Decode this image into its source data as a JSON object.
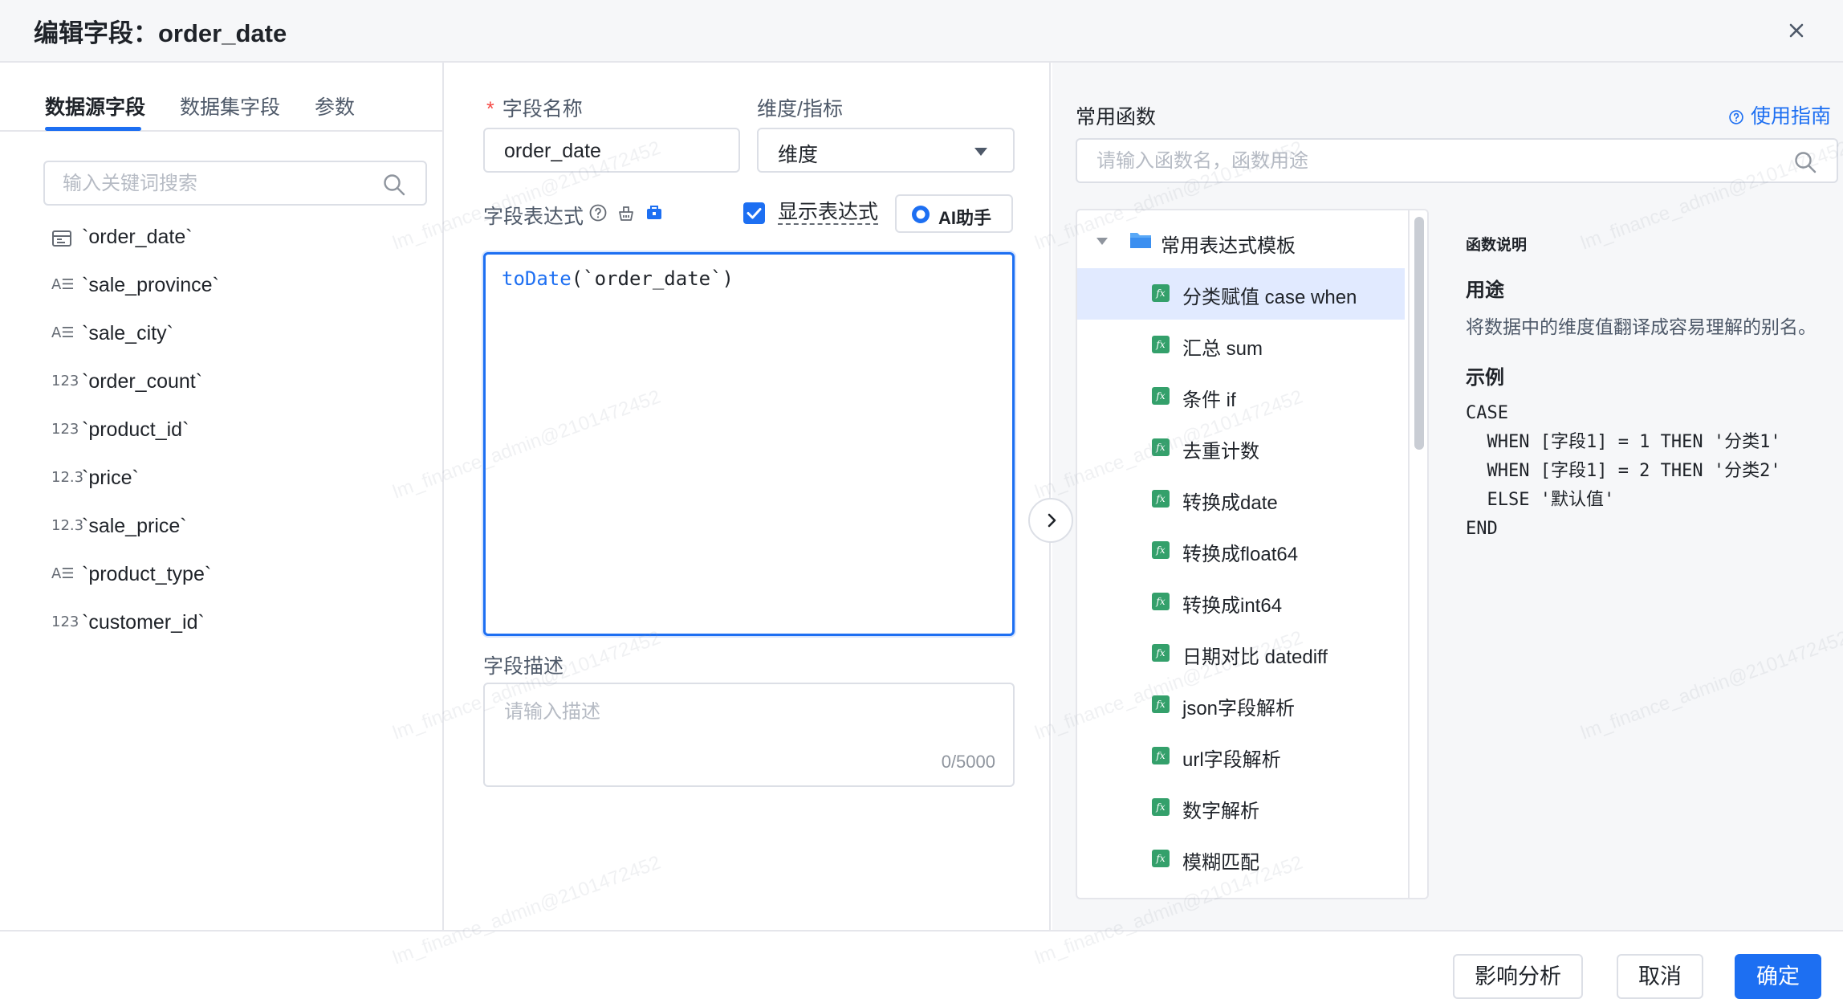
{
  "dialog": {
    "title": "编辑字段：order_date",
    "close_icon": "close-icon"
  },
  "left_panel": {
    "tabs": [
      {
        "label": "数据源字段",
        "active": true
      },
      {
        "label": "数据集字段",
        "active": false
      },
      {
        "label": "参数",
        "active": false
      }
    ],
    "search": {
      "placeholder": "输入关键词搜索",
      "value": ""
    },
    "fields": [
      {
        "type_icon": "date-icon",
        "type_text": "",
        "name": "`order_date`"
      },
      {
        "type_icon": "text-icon",
        "type_text": "A☰",
        "name": "`sale_province`"
      },
      {
        "type_icon": "text-icon",
        "type_text": "A☰",
        "name": "`sale_city`"
      },
      {
        "type_icon": "integer-icon",
        "type_text": "123",
        "name": "`order_count`"
      },
      {
        "type_icon": "integer-icon",
        "type_text": "123",
        "name": "`product_id`"
      },
      {
        "type_icon": "decimal-icon",
        "type_text": "12.3",
        "name": "`price`"
      },
      {
        "type_icon": "decimal-icon",
        "type_text": "12.3",
        "name": "`sale_price`"
      },
      {
        "type_icon": "text-icon",
        "type_text": "A☰",
        "name": "`product_type`"
      },
      {
        "type_icon": "integer-icon",
        "type_text": "123",
        "name": "`customer_id`"
      }
    ]
  },
  "middle_panel": {
    "field_name_label": "字段名称",
    "required_mark": "*",
    "field_name_value": "order_date",
    "dimension_label": "维度/指标",
    "dimension_value": "维度",
    "expression_label": "字段表达式",
    "show_expression_label": "显示表达式",
    "show_expression_checked": true,
    "ai_button_label": "AI助手",
    "expression_fn": "toDate",
    "expression_rest": "(`order_date`)",
    "description_label": "字段描述",
    "description_placeholder": "请输入描述",
    "description_count": "0/5000"
  },
  "right_panel": {
    "title": "常用函数",
    "guide_label": "使用指南",
    "search_placeholder": "请输入函数名，函数用途",
    "folder_label": "常用表达式模板",
    "functions": [
      {
        "label": "分类赋值 case when",
        "selected": true
      },
      {
        "label": "汇总 sum",
        "selected": false
      },
      {
        "label": "条件 if",
        "selected": false
      },
      {
        "label": "去重计数",
        "selected": false
      },
      {
        "label": "转换成date",
        "selected": false
      },
      {
        "label": "转换成float64",
        "selected": false
      },
      {
        "label": "转换成int64",
        "selected": false
      },
      {
        "label": "日期对比 datediff",
        "selected": false
      },
      {
        "label": "json字段解析",
        "selected": false
      },
      {
        "label": "url字段解析",
        "selected": false
      },
      {
        "label": "数字解析",
        "selected": false
      },
      {
        "label": "模糊匹配",
        "selected": false
      }
    ],
    "explain": {
      "heading": "函数说明",
      "usage_title": "用途",
      "usage_text": "将数据中的维度值翻译成容易理解的别名。",
      "example_title": "示例",
      "example_code": "CASE\n  WHEN [字段1] = 1 THEN '分类1'\n  WHEN [字段1] = 2 THEN '分类2'\n  ELSE '默认值'\nEND"
    }
  },
  "footer": {
    "impact_label": "影响分析",
    "cancel_label": "取消",
    "confirm_label": "确定"
  },
  "colors": {
    "accent": "#1d6ff2",
    "fx_icon": "#34a06b",
    "selected_row": "#e1eaff",
    "required": "#f54a45"
  },
  "watermark_text": "lm_finance_admin@2101472452"
}
